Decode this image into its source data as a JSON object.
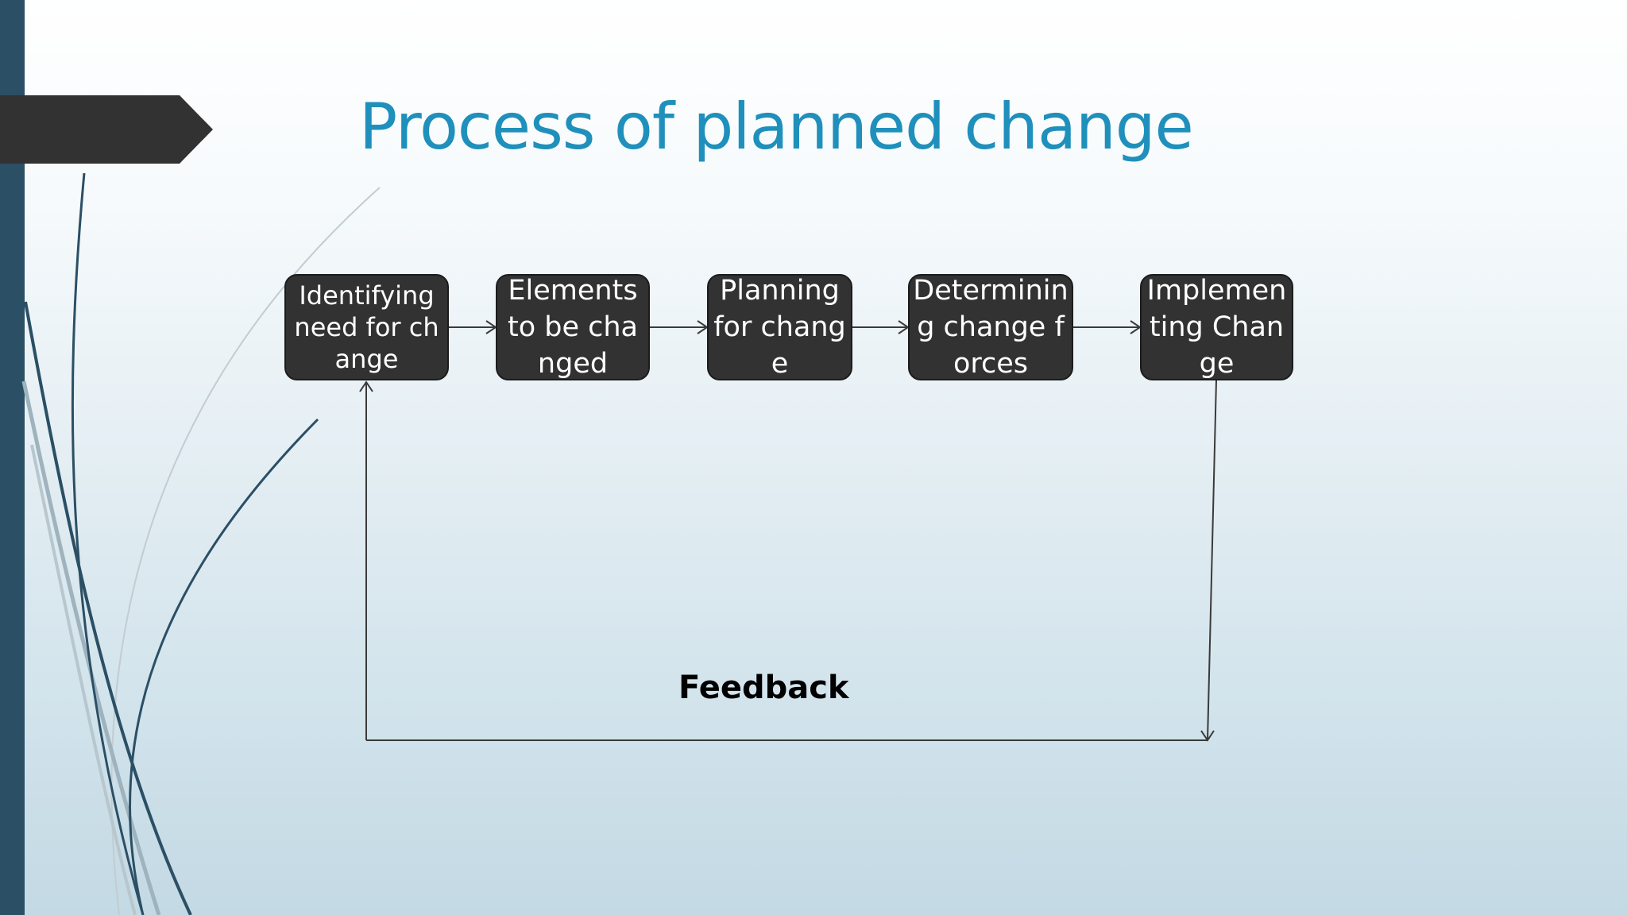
{
  "slide": {
    "title": "Process of planned change"
  },
  "steps": [
    {
      "label": "Identifying need for change"
    },
    {
      "label": "Elements to be changed"
    },
    {
      "label": "Planning for change"
    },
    {
      "label": "Determining change forces"
    },
    {
      "label": "Implementing Change"
    }
  ],
  "feedback": {
    "label": "Feedback"
  },
  "colors": {
    "title": "#1f90bb",
    "box": "#323232",
    "accent_bar": "#2b4f65",
    "banner": "#323232"
  }
}
